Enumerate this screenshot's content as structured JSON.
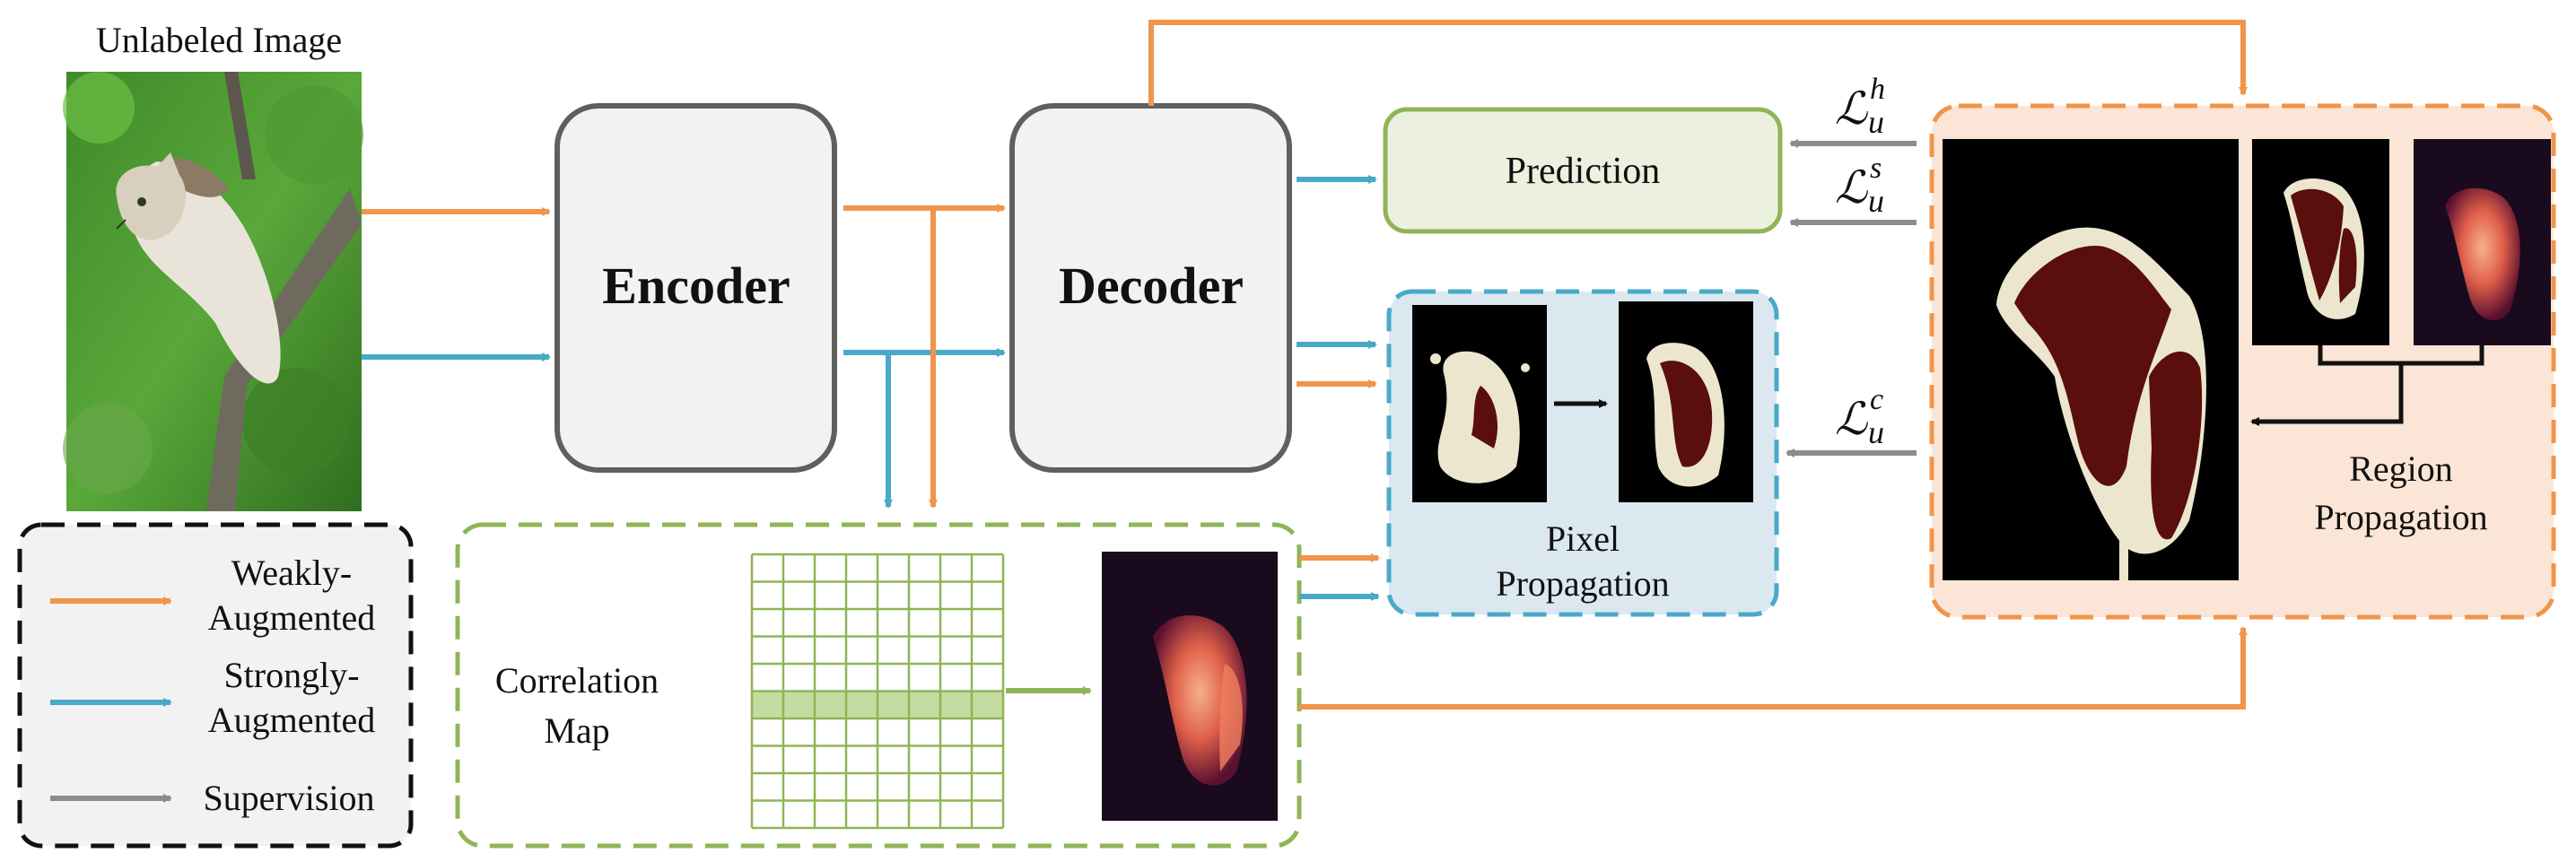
{
  "input": {
    "label": "Unlabeled Image"
  },
  "encoder": {
    "label": "Encoder"
  },
  "decoder": {
    "label": "Decoder"
  },
  "prediction": {
    "label": "Prediction"
  },
  "pixel_propagation": {
    "label_line1": "Pixel",
    "label_line2": "Propagation"
  },
  "region_propagation": {
    "label_line1": "Region",
    "label_line2": "Propagation"
  },
  "correlation": {
    "label_line1": "Correlation",
    "label_line2": "Map"
  },
  "losses": {
    "hard": {
      "base": "ℒ",
      "sub": "u",
      "sup": "h"
    },
    "soft": {
      "base": "ℒ",
      "sub": "u",
      "sup": "s"
    },
    "consistency": {
      "base": "ℒ",
      "sub": "u",
      "sup": "c"
    }
  },
  "legend": {
    "items": [
      {
        "line1": "Weakly-",
        "line2": "Augmented",
        "color": "#f0954b"
      },
      {
        "line1": "Strongly-",
        "line2": "Augmented",
        "color": "#49a9c9"
      },
      {
        "line1": "Supervision",
        "line2": "",
        "color": "#8c8c8c"
      }
    ]
  },
  "colors": {
    "weak": "#f0954b",
    "strong": "#49a9c9",
    "supervision": "#8c8c8c",
    "green": "#8fb556",
    "pixel_fill": "#dbe8f0",
    "region_fill": "#fbe5d6",
    "box_fill": "#f2f2f2"
  }
}
